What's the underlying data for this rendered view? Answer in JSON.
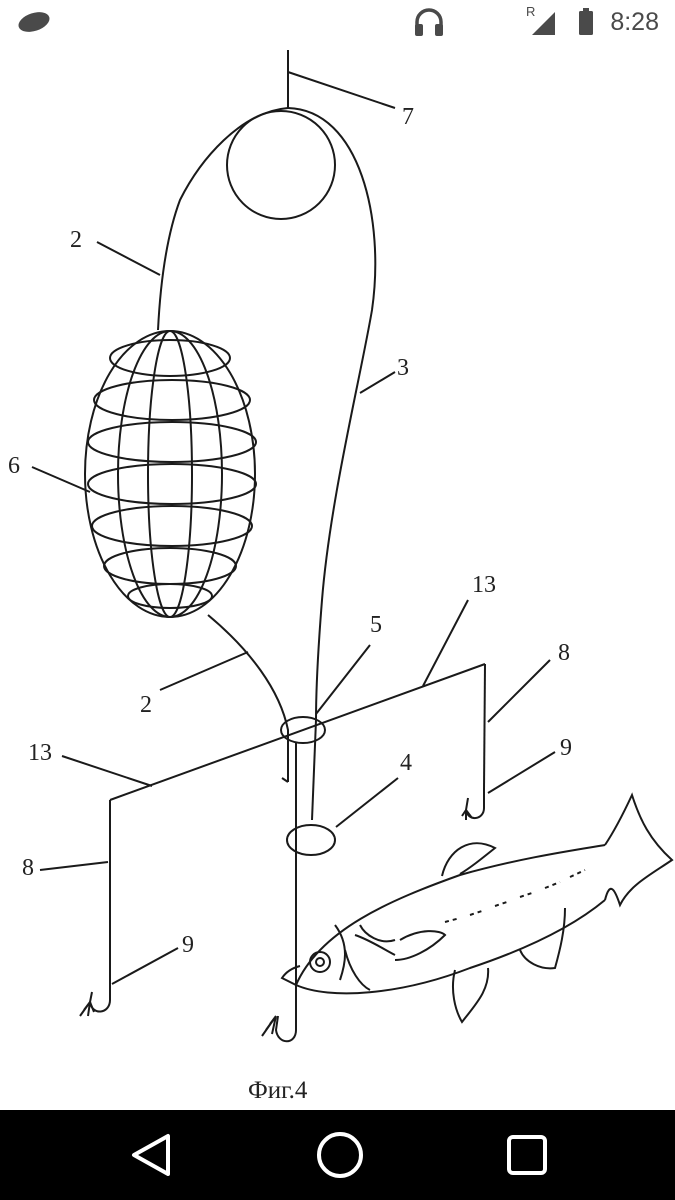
{
  "status_bar": {
    "time": "8:28",
    "roaming_indicator": "R",
    "icons": [
      "messenger-icon",
      "headphones-icon",
      "signal-icon",
      "battery-icon"
    ]
  },
  "diagram": {
    "caption": "Фиг.4",
    "labels": {
      "l7": "7",
      "l2a": "2",
      "l3": "3",
      "l6": "6",
      "l13a": "13",
      "l5": "5",
      "l8a": "8",
      "l2b": "2",
      "l9a": "9",
      "l13b": "13",
      "l4": "4",
      "l8b": "8",
      "l9b": "9"
    }
  },
  "nav_bar": {
    "buttons": [
      "back-icon",
      "home-icon",
      "recents-icon"
    ]
  },
  "colors": {
    "status_icons": "#4a4a4a",
    "nav_bar": "#000000",
    "nav_icons": "#ffffff",
    "ink": "#222222"
  }
}
